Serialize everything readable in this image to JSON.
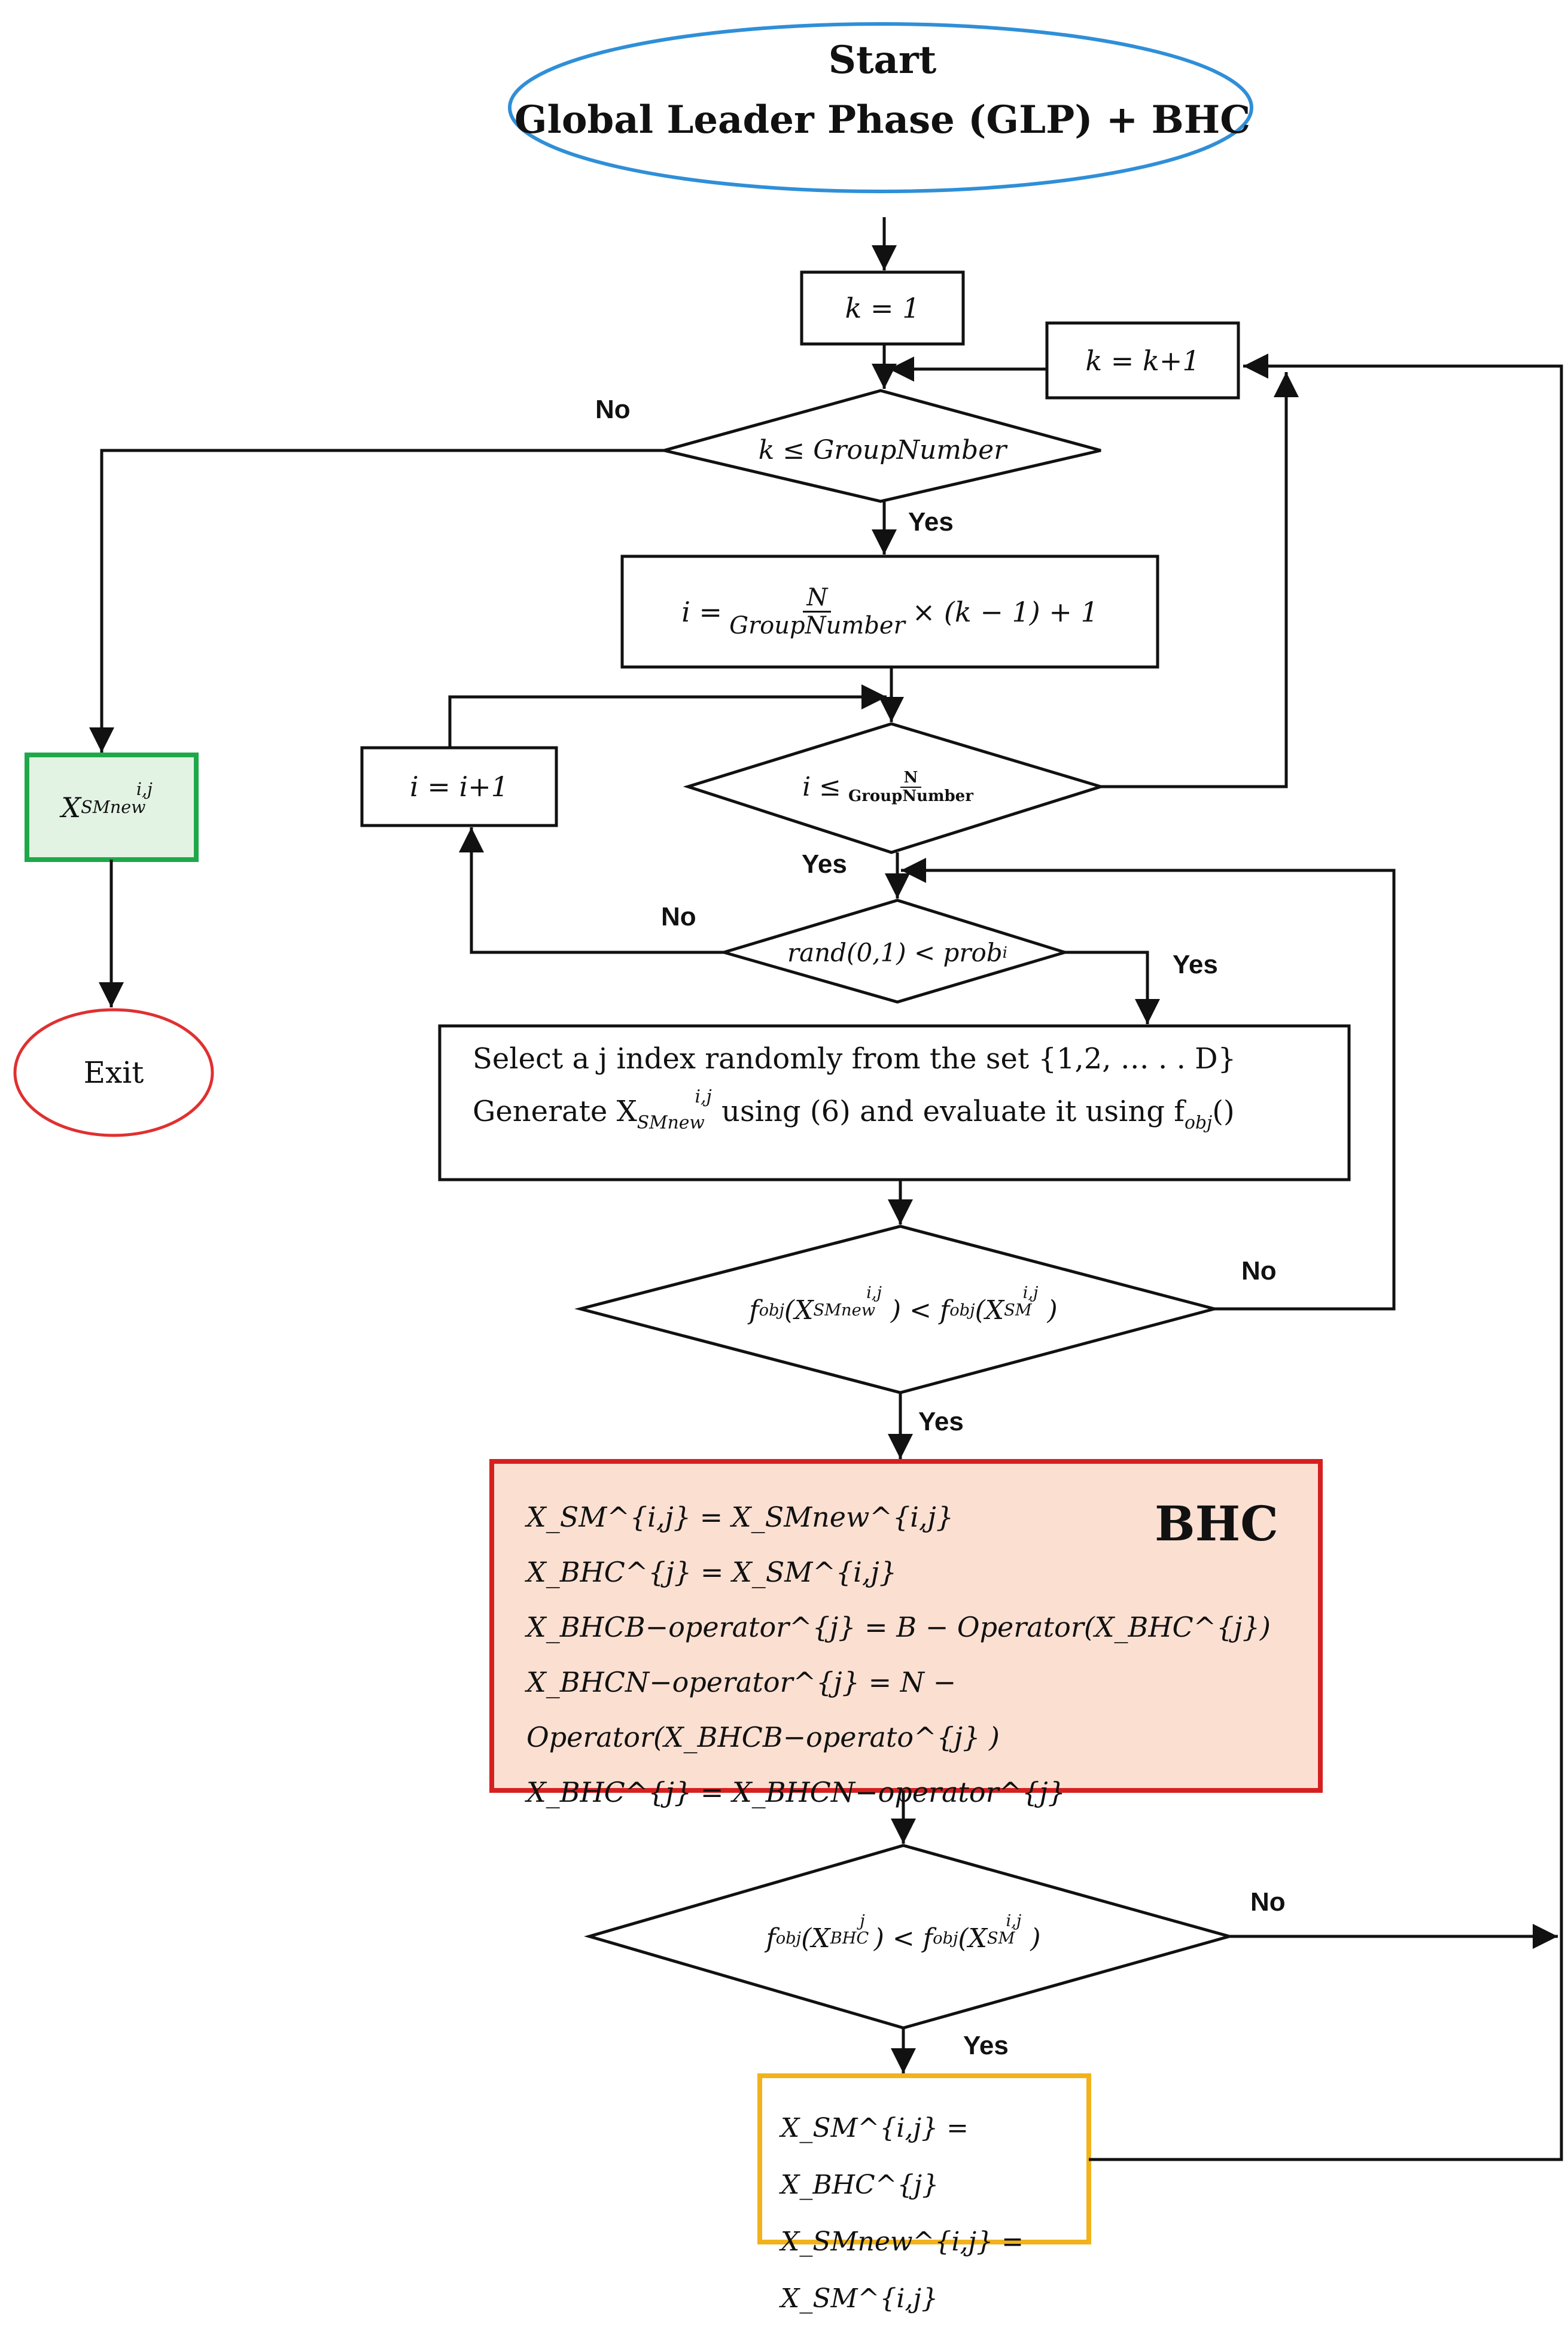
{
  "start": {
    "line1": "Start",
    "line2": "Global Leader Phase (GLP) + BHC"
  },
  "k_init": "k = 1",
  "k_inc": "k = k+1",
  "k_cond": {
    "var": "k",
    "op": "≤",
    "rhs": "GroupNumber"
  },
  "i_assign": {
    "lhs": "i =",
    "num": "N",
    "den": "GroupNumber",
    "rest": "× (k − 1) + 1"
  },
  "i_cond": {
    "lhs": "i ≤",
    "num": "N",
    "den": "GroupNumber"
  },
  "i_inc": "i = i+1",
  "rand_cond": {
    "text": "rand(0,1) < prob",
    "sub": "i"
  },
  "select_box": {
    "line1": "Select a j index randomly from the set {1,2, … . . D}",
    "line2_a": "Generate X",
    "line2_b": "using (6) and evaluate it using f",
    "line2_c": "()",
    "sub_new": "SMnew",
    "sup_ij": "i,j",
    "sub_obj": "obj"
  },
  "fobj_cond1": {
    "f": "f",
    "sub": "obj",
    "x": "X",
    "sub_new": "SMnew",
    "sub_sm": "SM",
    "sup": "i,j",
    "lt": "<"
  },
  "bhc_box": {
    "title": "BHC",
    "lines": [
      "X_SM^{i,j} = X_SMnew^{i,j}",
      "X_BHC^{j} = X_SM^{i,j}",
      "X_BHCB−operator^{j} = B − Operator(X_BHC^{j})",
      "X_BHCN−operator^{j} = N − Operator(X_BHCB−operato^{j} )",
      "X_BHC^{j} = X_BHCN−operator^{j}"
    ]
  },
  "fobj_cond2": {
    "f": "f",
    "sub": "obj",
    "x": "X",
    "sub_bhc": "BHC",
    "sub_sm": "SM",
    "sup_j": "j",
    "sup_ij": "i,j",
    "lt": "<"
  },
  "final_box": {
    "line1": "X_SM^{i,j} = X_BHC^{j}",
    "line2": "X_SMnew^{i,j} = X_SM^{i,j}"
  },
  "out_box": {
    "x": "X",
    "sub": "SMnew",
    "sup": "i,j"
  },
  "exit": "Exit",
  "labels": {
    "no_k": "No",
    "yes_k": "Yes",
    "yes_i": "Yes",
    "no_rand": "No",
    "yes_rand": "Yes",
    "no_f1": "No",
    "yes_f1": "Yes",
    "no_f2": "No",
    "yes_f2": "Yes"
  },
  "colors": {
    "start_border": "#2f8fd8",
    "out_border": "#1fa84a",
    "out_fill": "#e3f3e3",
    "exit_border": "#e03030",
    "bhc_border": "#d62020",
    "bhc_fill": "#fbe0d2",
    "final_border": "#f2b21b",
    "line": "#111111"
  }
}
